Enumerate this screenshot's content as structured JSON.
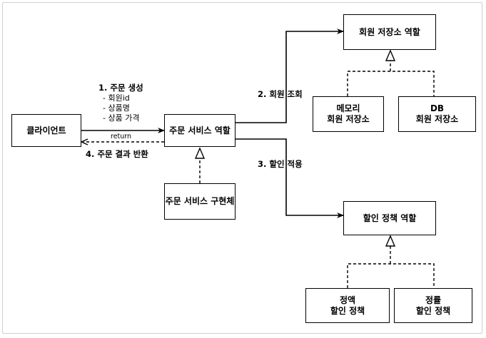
{
  "nodes": {
    "client": "클라이언트",
    "order_service_role": "주문 서비스 역할",
    "order_service_impl": "주문 서비스 구현체",
    "member_repo_role": "회원 저장소 역할",
    "memory_member_repo": [
      "메모리",
      "회원 저장소"
    ],
    "db_member_repo": [
      "DB",
      "회원 저장소"
    ],
    "discount_policy_role": "할인 정책 역할",
    "fixed_discount_policy": [
      "정액",
      "할인 정책"
    ],
    "rate_discount_policy": [
      "정률",
      "할인 정책"
    ]
  },
  "edges": {
    "create_order": {
      "title": "1. 주문 생성",
      "items": [
        "- 회원id",
        "- 상품명",
        "- 상품 가격"
      ]
    },
    "return_label": "return",
    "return_result": "4. 주문 결과 반환",
    "lookup_member": "2. 회원 조회",
    "apply_discount": "3. 할인 적용"
  }
}
